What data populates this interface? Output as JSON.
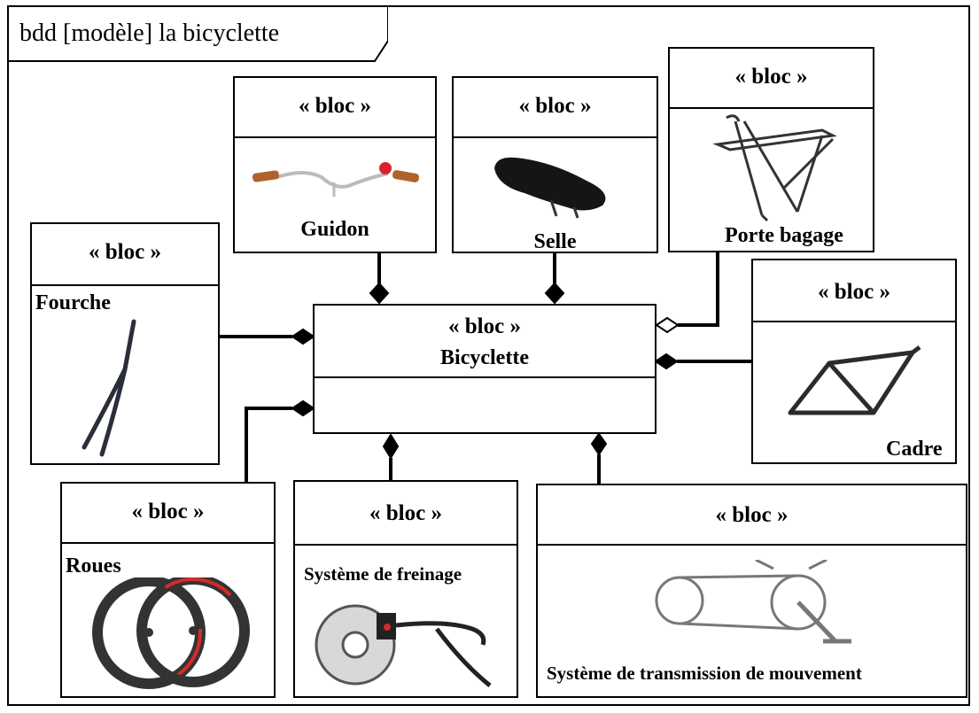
{
  "diagram": {
    "title": "bdd [modèle] la bicyclette",
    "stereotype": "« bloc »",
    "blocks": {
      "guidon": "Guidon",
      "selle": "Selle",
      "porte_bagage": "Porte bagage",
      "fourche": "Fourche",
      "bicyclette": "Bicyclette",
      "cadre": "Cadre",
      "roues": "Roues",
      "freinage": "Système de freinage",
      "transmission": "Système de transmission de mouvement"
    }
  }
}
